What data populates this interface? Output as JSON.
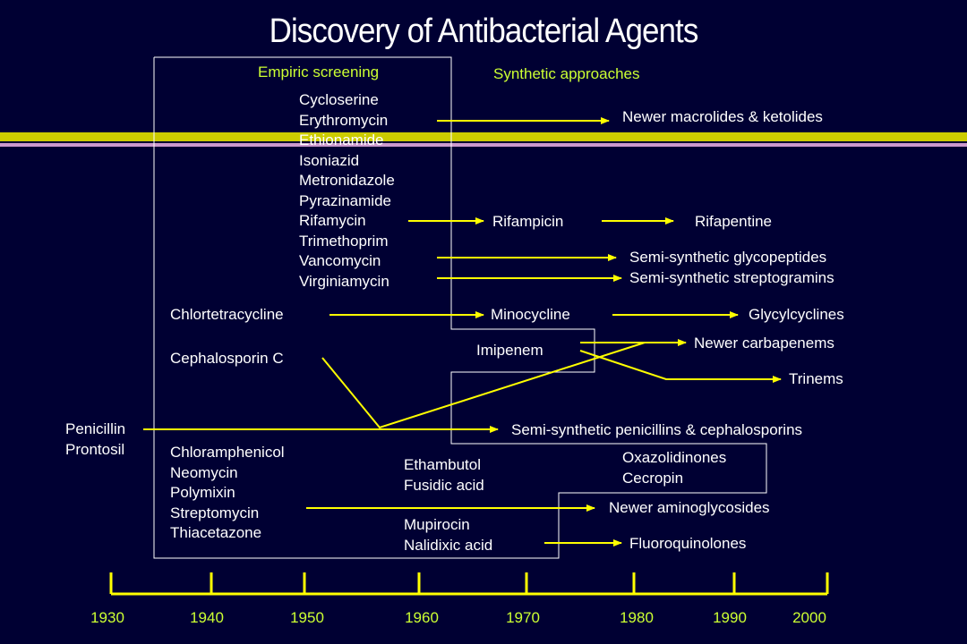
{
  "title": "Discovery of Antibacterial Agents",
  "headers": {
    "empiric": "Empiric  screening",
    "synthetic": "Synthetic approaches"
  },
  "groups": {
    "g1950s": [
      "Cycloserine",
      "Erythromycin",
      "Ethionamide",
      "Isoniazid",
      "Metronidazole",
      "Pyrazinamide",
      "Rifamycin",
      "Trimethoprim",
      "Vancomycin",
      "Virginiamycin"
    ],
    "g1940s_bottom": [
      "Chloramphenicol",
      "Neomycin",
      "Polymixin",
      "Streptomycin",
      "Thiacetazone"
    ],
    "g1930s": [
      "Penicillin",
      "Prontosil"
    ],
    "g1960s_a": [
      "Ethambutol",
      "Fusidic acid"
    ],
    "g1960s_b": [
      "Mupirocin",
      "Nalidixic acid"
    ],
    "g1980s": [
      "Oxazolidinones",
      "Cecropin"
    ]
  },
  "agents": {
    "chlortetracycline": "Chlortetracycline",
    "cephalosporin_c": "Cephalosporin C",
    "imipenem": "Imipenem"
  },
  "derived": {
    "macrolides": "Newer macrolides & ketolides",
    "rifampicin": "Rifampicin",
    "rifapentine": "Rifapentine",
    "glycopeptides": "Semi-synthetic glycopeptides",
    "streptogramins": "Semi-synthetic streptogramins",
    "minocycline": "Minocycline",
    "glycylcyclines": "Glycylcyclines",
    "carbapenems": "Newer carbapenems",
    "trinems": "Trinems",
    "penicillins": "Semi-synthetic penicillins & cephalosporins",
    "aminoglycosides": "Newer aminoglycosides",
    "fluoroquinolones": "Fluoroquinolones"
  },
  "timeline": [
    "1930",
    "1940",
    "1950",
    "1960",
    "1970",
    "1980",
    "1990",
    "2000"
  ],
  "colors": {
    "background": "#000033",
    "text": "#ffffff",
    "accent": "#ccff33",
    "arrow": "#ffff00",
    "box": "#ffffff"
  }
}
